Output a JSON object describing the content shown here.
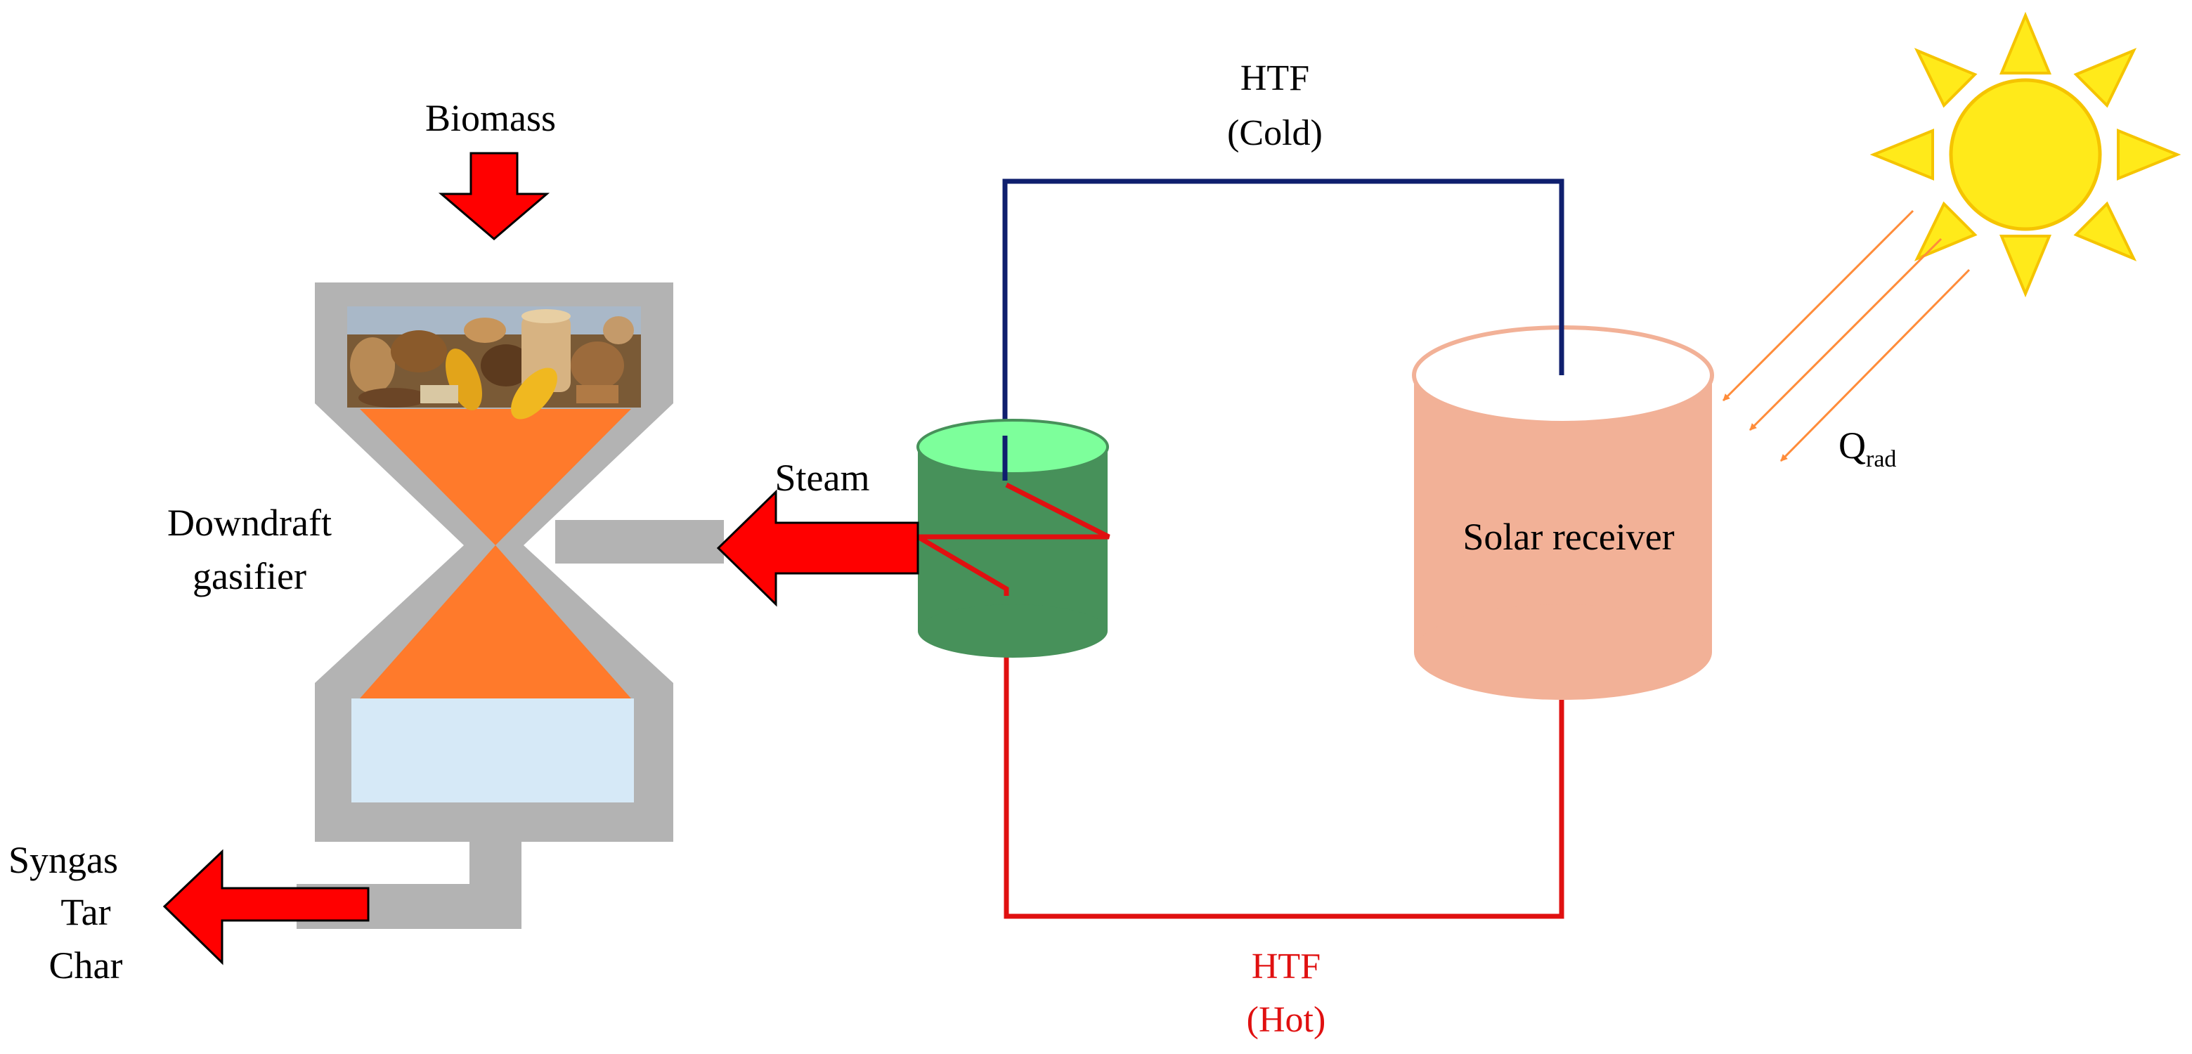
{
  "labels": {
    "biomass": "Biomass",
    "gasifier_line1": "Downdraft",
    "gasifier_line2": "gasifier",
    "steam": "Steam",
    "htf_cold_line1": "HTF",
    "htf_cold_line2": "(Cold)",
    "htf_hot_line1": "HTF",
    "htf_hot_line2": "(Hot)",
    "solar_receiver": "Solar receiver",
    "q_main": "Q",
    "q_sub": "rad",
    "outputs": [
      "Syngas",
      "Tar",
      "Char"
    ]
  },
  "colors": {
    "gasifier_wall": "#b3b3b3",
    "gasifier_core": "#ff7a2b",
    "ash_zone": "#d6e9f7",
    "arrow_red": "#ff0000",
    "cold_line": "#0f1f6e",
    "hot_line": "#e01010",
    "exchanger_body": "#47915a",
    "exchanger_top": "#7dff9b",
    "receiver_body": "#f2b197",
    "sun_fill": "#ffea1a",
    "sun_stroke": "#f5c400",
    "ray": "#ff8c3a"
  },
  "icons": {
    "biomass_feed": "biomass-pile-image",
    "sun": "sun-icon"
  }
}
